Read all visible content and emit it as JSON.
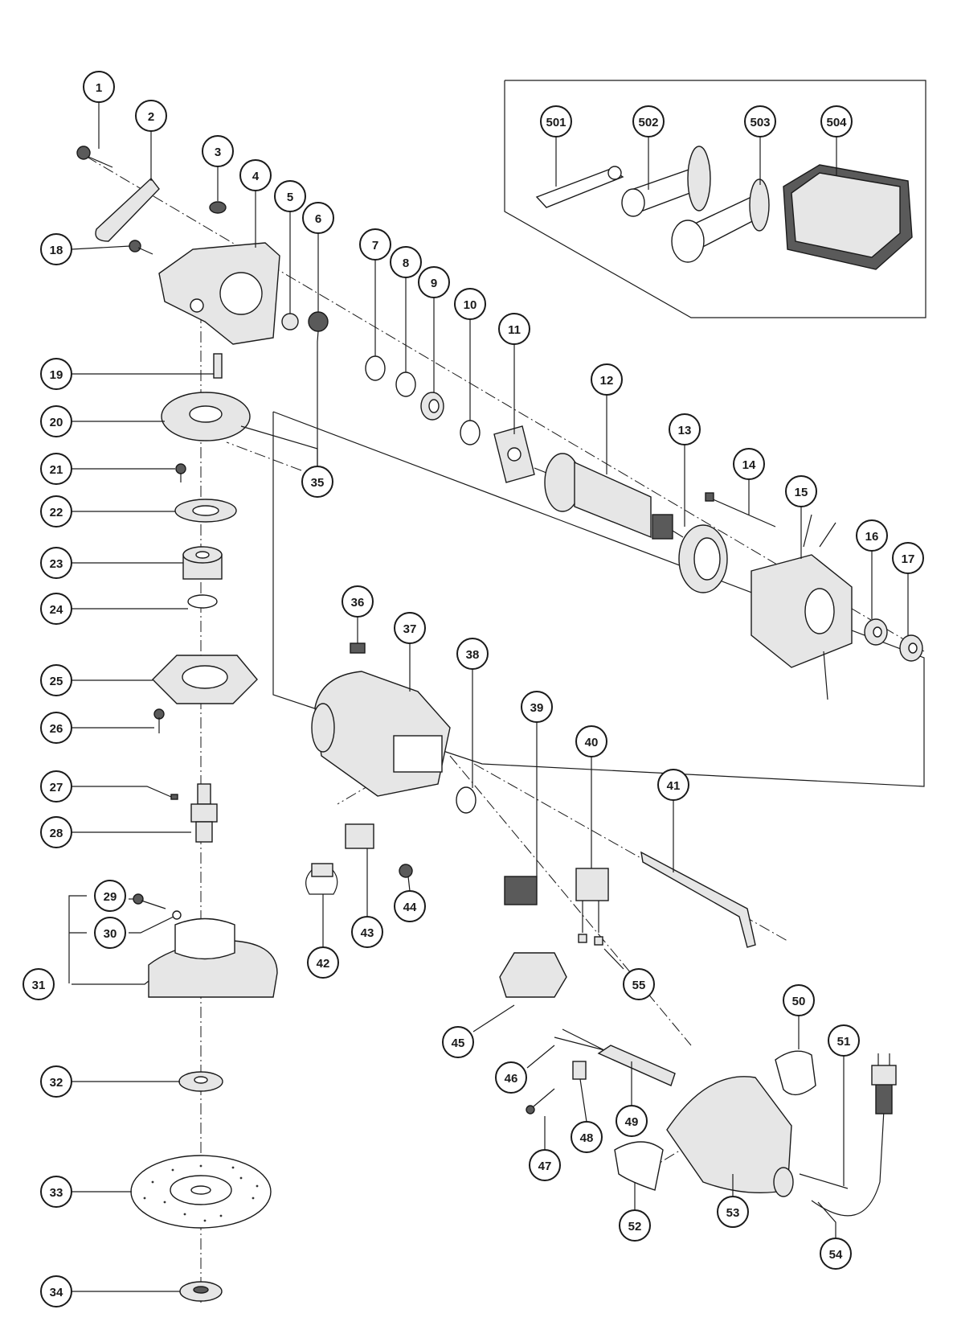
{
  "colors": {
    "ink": "#1a1a1a",
    "paper": "#ffffff",
    "part_fill": "#e6e6e6",
    "dark": "#5a5a5a"
  },
  "callouts": [
    {
      "id": "1",
      "label": "1"
    },
    {
      "id": "2",
      "label": "2"
    },
    {
      "id": "3",
      "label": "3"
    },
    {
      "id": "4",
      "label": "4"
    },
    {
      "id": "5",
      "label": "5"
    },
    {
      "id": "6",
      "label": "6"
    },
    {
      "id": "7",
      "label": "7"
    },
    {
      "id": "8",
      "label": "8"
    },
    {
      "id": "9",
      "label": "9"
    },
    {
      "id": "10",
      "label": "10"
    },
    {
      "id": "11",
      "label": "11"
    },
    {
      "id": "12",
      "label": "12"
    },
    {
      "id": "13",
      "label": "13"
    },
    {
      "id": "14",
      "label": "14"
    },
    {
      "id": "15",
      "label": "15"
    },
    {
      "id": "16",
      "label": "16"
    },
    {
      "id": "17",
      "label": "17"
    },
    {
      "id": "18",
      "label": "18"
    },
    {
      "id": "19",
      "label": "19"
    },
    {
      "id": "20",
      "label": "20"
    },
    {
      "id": "21",
      "label": "21"
    },
    {
      "id": "22",
      "label": "22"
    },
    {
      "id": "23",
      "label": "23"
    },
    {
      "id": "24",
      "label": "24"
    },
    {
      "id": "25",
      "label": "25"
    },
    {
      "id": "26",
      "label": "26"
    },
    {
      "id": "27",
      "label": "27"
    },
    {
      "id": "28",
      "label": "28"
    },
    {
      "id": "29",
      "label": "29"
    },
    {
      "id": "30",
      "label": "30"
    },
    {
      "id": "31",
      "label": "31"
    },
    {
      "id": "32",
      "label": "32"
    },
    {
      "id": "33",
      "label": "33"
    },
    {
      "id": "34",
      "label": "34"
    },
    {
      "id": "35",
      "label": "35"
    },
    {
      "id": "36",
      "label": "36"
    },
    {
      "id": "37",
      "label": "37"
    },
    {
      "id": "38",
      "label": "38"
    },
    {
      "id": "39",
      "label": "39"
    },
    {
      "id": "40",
      "label": "40"
    },
    {
      "id": "41",
      "label": "41"
    },
    {
      "id": "42",
      "label": "42"
    },
    {
      "id": "43",
      "label": "43"
    },
    {
      "id": "44",
      "label": "44"
    },
    {
      "id": "45",
      "label": "45"
    },
    {
      "id": "46",
      "label": "46"
    },
    {
      "id": "47",
      "label": "47"
    },
    {
      "id": "48",
      "label": "48"
    },
    {
      "id": "49",
      "label": "49"
    },
    {
      "id": "50",
      "label": "50"
    },
    {
      "id": "51",
      "label": "51"
    },
    {
      "id": "52",
      "label": "52"
    },
    {
      "id": "53",
      "label": "53"
    },
    {
      "id": "54",
      "label": "54"
    },
    {
      "id": "55",
      "label": "55"
    },
    {
      "id": "501",
      "label": "501"
    },
    {
      "id": "502",
      "label": "502"
    },
    {
      "id": "503",
      "label": "503"
    },
    {
      "id": "504",
      "label": "504"
    }
  ]
}
